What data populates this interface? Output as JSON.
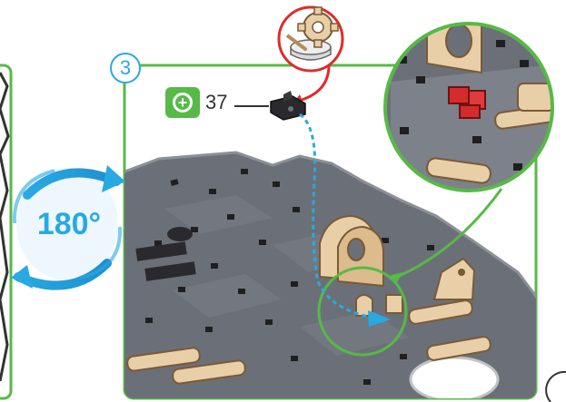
{
  "step": {
    "number": "3"
  },
  "part": {
    "quantity_label": "37",
    "add_icon": "plus-in-circle-icon"
  },
  "rotation": {
    "label": "180°"
  },
  "colors": {
    "frame_green": "#57b947",
    "accent_blue": "#29a9e1",
    "board_gray": "#6b7078",
    "wood": "#e9cfa8",
    "red_part": "#d62b2b"
  }
}
